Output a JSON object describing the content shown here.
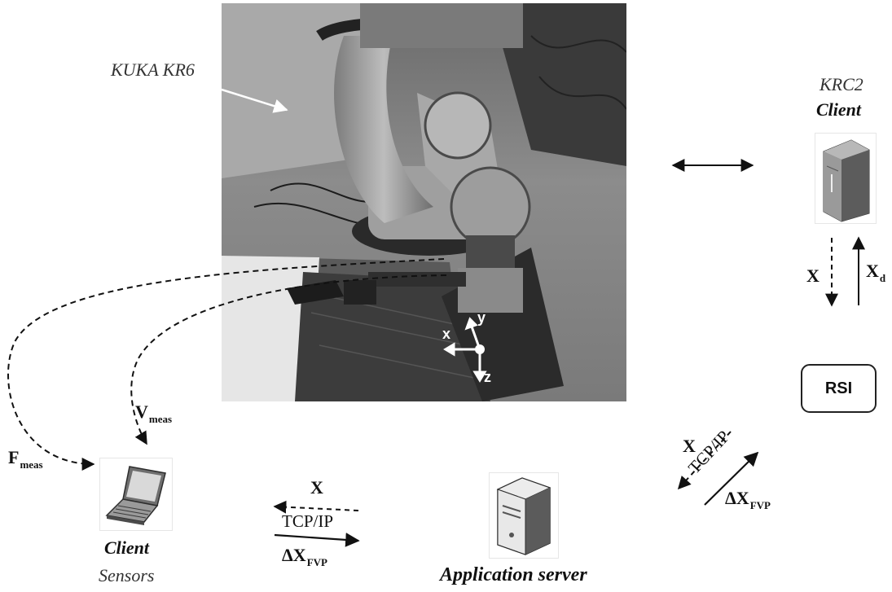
{
  "labels": {
    "robot_name": "KUKA KR6",
    "krc2_title": "KRC2",
    "krc2_role": "Client",
    "rsi": "RSI",
    "x_down": "X",
    "xd_up": "X",
    "xd_sub": "d",
    "f_meas": "F",
    "f_sub": "meas",
    "v_meas": "V",
    "v_sub": "meas",
    "client_role": "Client",
    "client_sub": "Sensors",
    "mid_x": "X",
    "mid_tcp": "TCP/IP",
    "mid_dx": "ΔX",
    "mid_dx_sub": "FVP",
    "right_x": "X",
    "right_tcp": "TCP/IP",
    "right_dx": "ΔX",
    "right_dx_sub": "FVP",
    "server": "Application server",
    "axis_x": "x",
    "axis_y": "y",
    "axis_z": "z"
  },
  "icons": {
    "controller": "controller-cabinet-icon",
    "laptop": "laptop-icon",
    "server": "server-tower-icon"
  }
}
